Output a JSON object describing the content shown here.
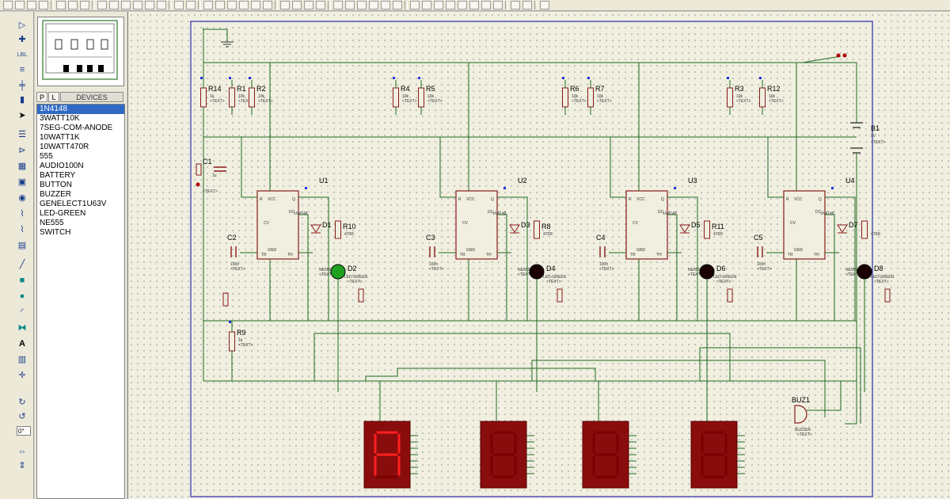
{
  "devices": {
    "tabs": [
      "P",
      "L",
      "DEVICES"
    ],
    "items": [
      "1N4148",
      "3WATT10K",
      "7SEG-COM-ANODE",
      "10WATT1K",
      "10WATT470R",
      "555",
      "AUDIO100N",
      "BATTERY",
      "BUTTON",
      "BUZZER",
      "GENELECT1U63V",
      "LED-GREEN",
      "NE555",
      "SWITCH"
    ],
    "selected_index": 0
  },
  "tools": {
    "label_tool": "LBL",
    "angle_value": "0°"
  },
  "schematic": {
    "timers": [
      {
        "ref": "U1",
        "part": "NE555",
        "led": "D2",
        "led_part": "LED-GREEN",
        "diode": "D1",
        "diode_part": "1N4148",
        "res": "R10",
        "res_val": "470R",
        "cap": "C2",
        "cap_val": "100n",
        "led_on": true
      },
      {
        "ref": "U2",
        "part": "NE555",
        "led": "D4",
        "led_part": "LED-GREEN",
        "diode": "D3",
        "diode_part": "1N4148",
        "res": "R8",
        "res_val": "470R",
        "cap": "C3",
        "cap_val": "100n",
        "led_on": false
      },
      {
        "ref": "U3",
        "part": "NE555",
        "led": "D6",
        "led_part": "LED-GREEN",
        "diode": "D5",
        "diode_part": "1N4148",
        "res": "R11",
        "res_val": "470R",
        "cap": "C4",
        "cap_val": "100n",
        "led_on": false
      },
      {
        "ref": "U4",
        "part": "NE555",
        "led": "D8",
        "led_part": "LED-GREEN",
        "diode": "D7",
        "diode_part": "1N4148",
        "res": "",
        "res_val": "470R",
        "cap": "C5",
        "cap_val": "100n",
        "led_on": false
      }
    ],
    "pin_labels": {
      "vcc": "VCC",
      "dc": "DC",
      "q": "Q",
      "r": "R",
      "cv": "CV",
      "gnd": "GND",
      "tr": "TR",
      "th": "TH"
    },
    "resistors": [
      {
        "ref": "R14",
        "val": "1k"
      },
      {
        "ref": "R1",
        "val": "10k"
      },
      {
        "ref": "R2",
        "val": "10k"
      },
      {
        "ref": "R4",
        "val": "10k"
      },
      {
        "ref": "R5",
        "val": "10k"
      },
      {
        "ref": "R6",
        "val": "10k"
      },
      {
        "ref": "R7",
        "val": "10k"
      },
      {
        "ref": "R3",
        "val": "10k"
      },
      {
        "ref": "R12",
        "val": "10k"
      },
      {
        "ref": "R9",
        "val": "1k"
      }
    ],
    "c1": {
      "ref": "C1",
      "val": "1u"
    },
    "battery": {
      "ref": "B1",
      "val": "9V"
    },
    "buzzer": {
      "ref": "BUZ1",
      "part": "BUZZER"
    },
    "text_placeholder": "<TEXT>",
    "seven_seg_digits": [
      "A",
      "8",
      "8",
      "8"
    ],
    "seven_seg_lit": [
      true,
      false,
      false,
      false
    ],
    "colors": {
      "wire": "#1f6b1f",
      "component": "#8b1a1a",
      "segment_on": "#ff2020",
      "segment_off": "#7a0000",
      "led_on": "#20a020",
      "led_off": "#1a0000",
      "sheet_border": "#2b2bb0"
    }
  }
}
